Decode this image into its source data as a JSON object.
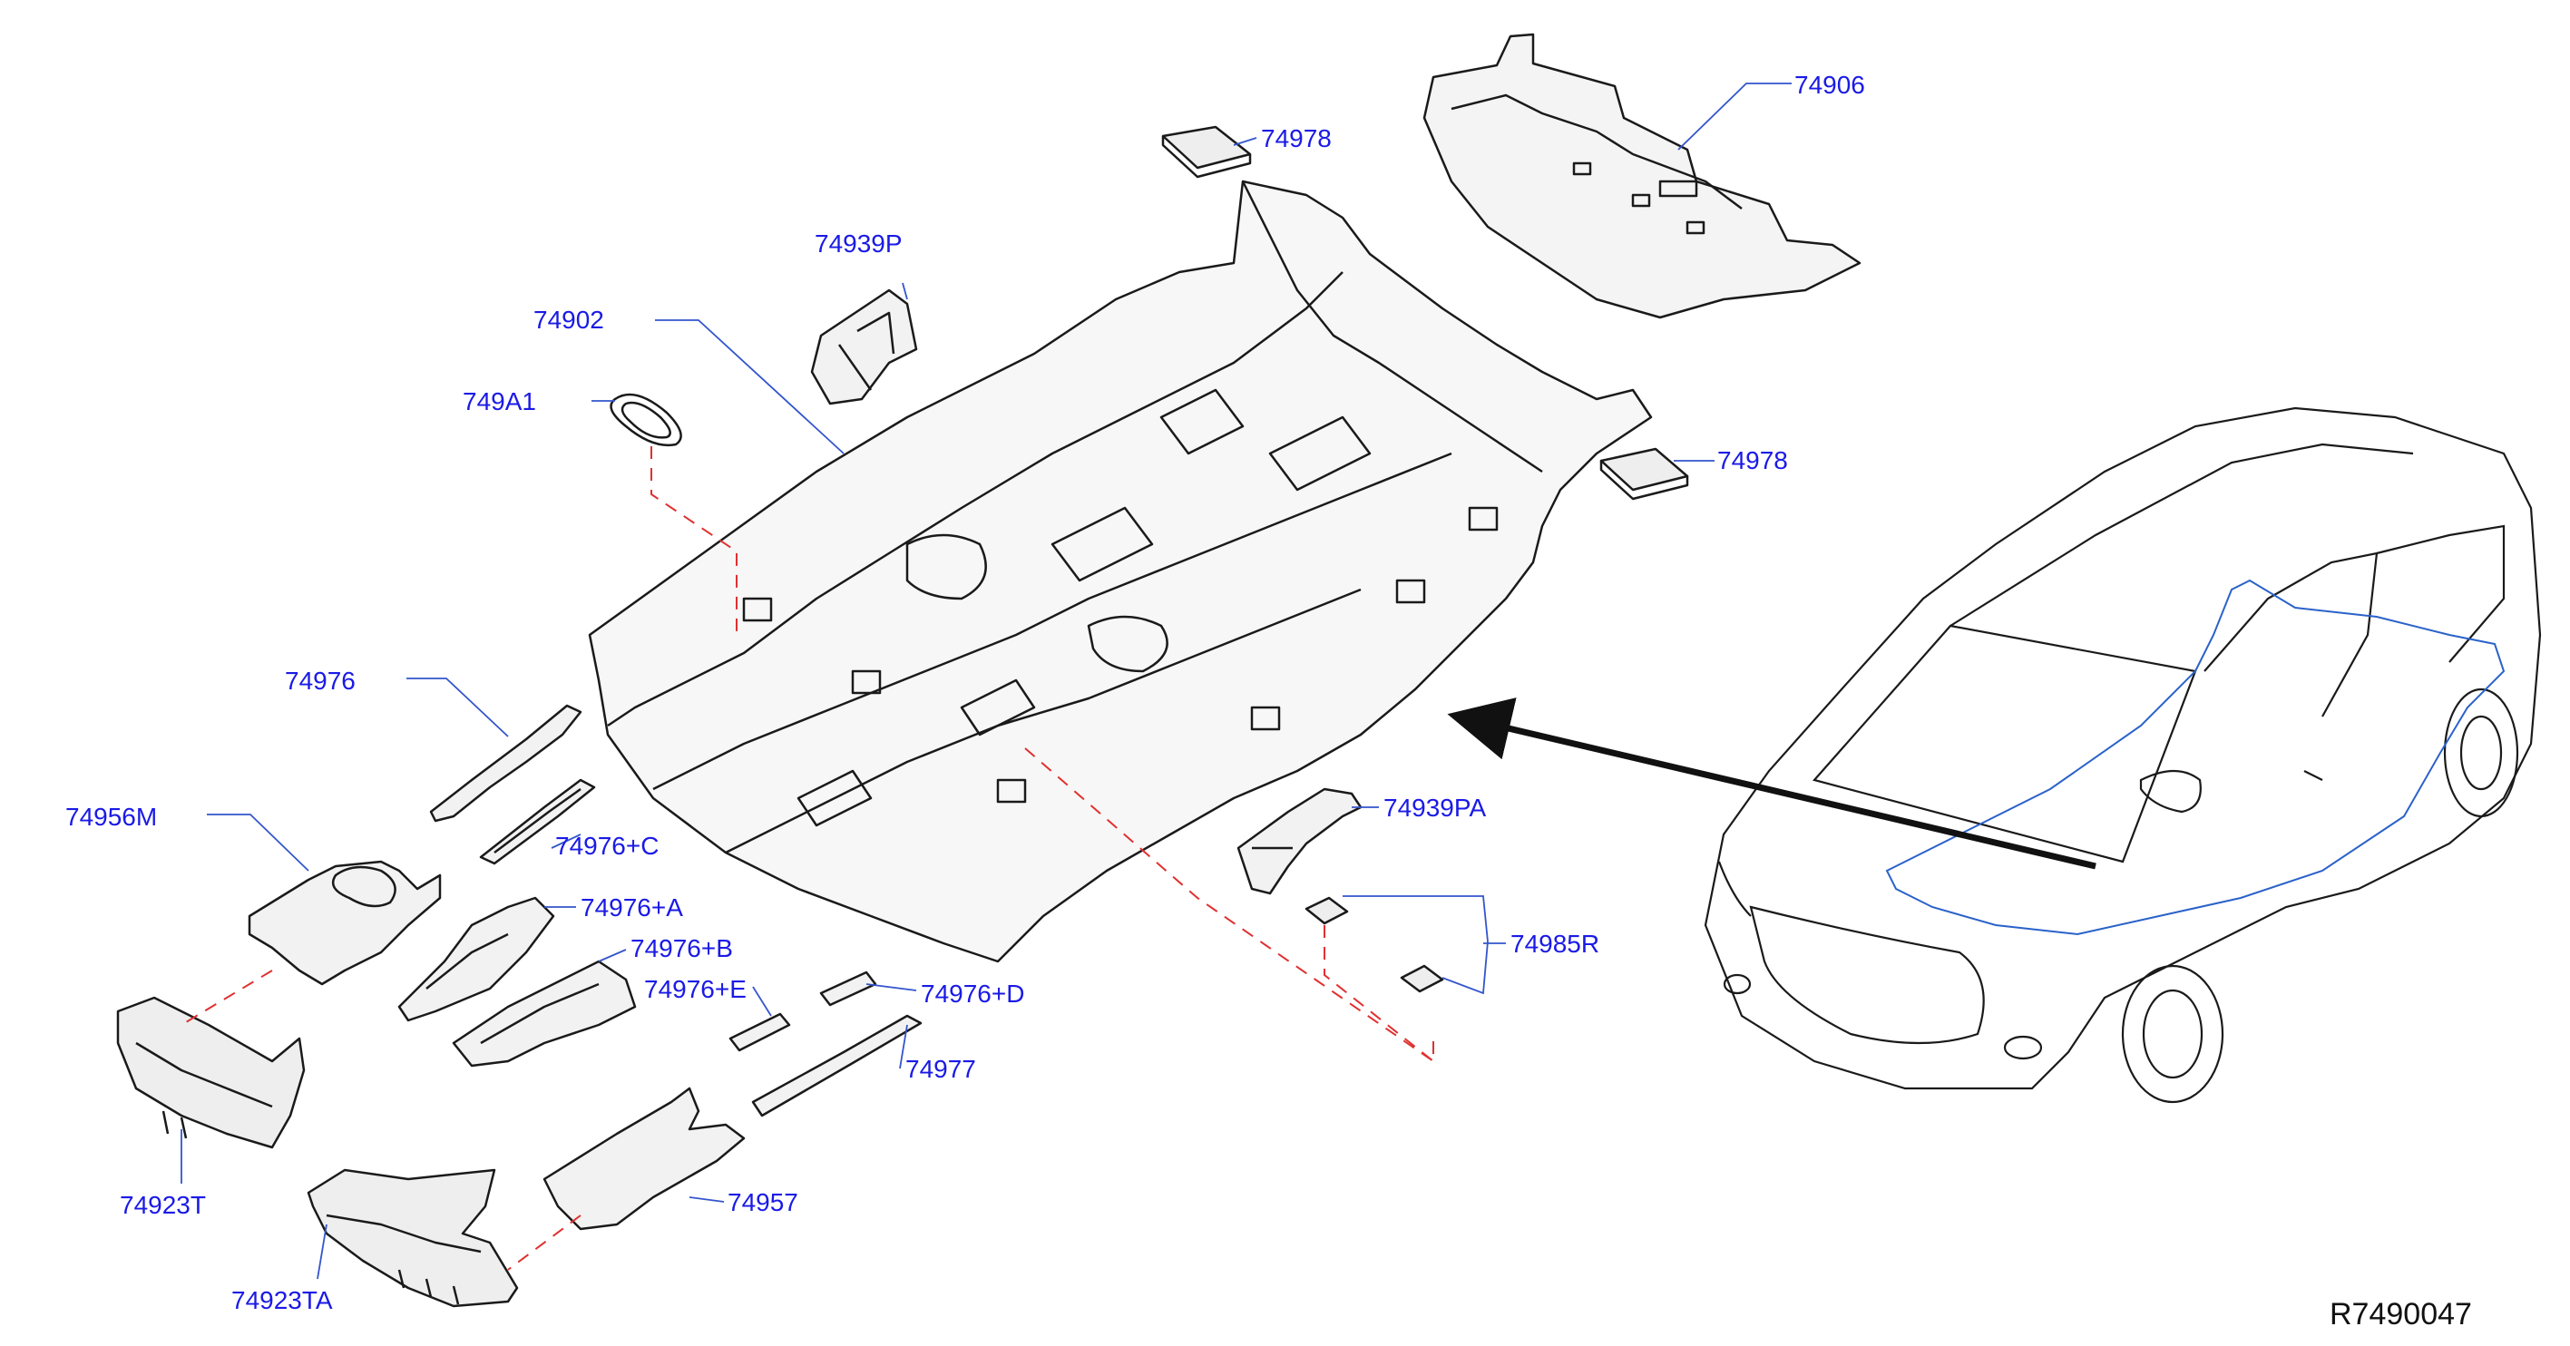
{
  "diagram": {
    "document_id": "R7490047",
    "callouts": {
      "p74906": "74906",
      "p74978_top": "74978",
      "p74939P": "74939P",
      "p74902": "74902",
      "p749A1": "749A1",
      "p74978_right": "74978",
      "p74976": "74976",
      "p74956M": "74956M",
      "p74976C": "74976+C",
      "p74976A": "74976+A",
      "p74939PA": "74939PA",
      "p74976B": "74976+B",
      "p74985R": "74985R",
      "p74976E": "74976+E",
      "p74976D": "74976+D",
      "p74977": "74977",
      "p74923T": "74923T",
      "p74957": "74957",
      "p74923TA": "74923TA"
    }
  },
  "colors": {
    "line": "#1a1a1a",
    "callout_text": "#1a1ae6",
    "leader": "#3355cc",
    "dashed": "#e03030",
    "body_outline": "#2a62c9"
  }
}
